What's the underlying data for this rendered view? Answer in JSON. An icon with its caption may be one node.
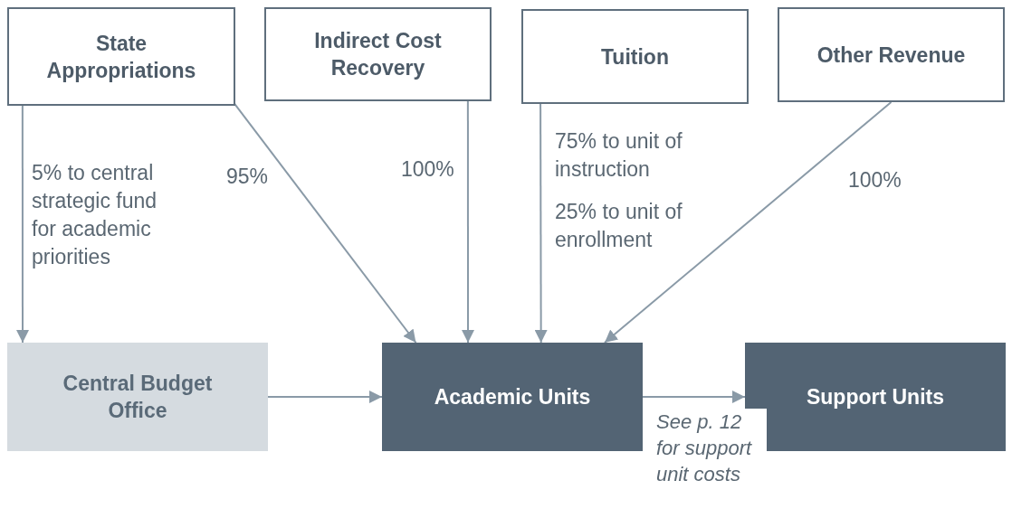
{
  "diagram": {
    "nodes": [
      {
        "text": [
          "State Appropriations"
        ]
      },
      {
        "text": [
          "Indirect Cost Recovery"
        ]
      },
      {
        "text": [
          "Tuition"
        ]
      },
      {
        "text": [
          "Other Revenue"
        ]
      },
      {
        "text": [
          "Central Budget Office"
        ]
      },
      {
        "text": [
          "Academic Units"
        ]
      },
      {
        "text": [
          "Support Units"
        ]
      }
    ],
    "edges": [
      {
        "from": 0,
        "to": 4,
        "arrow": "to",
        "label": "5% to central strategic fund for academic priorities"
      },
      {
        "from": 0,
        "to": 5,
        "arrow": "to",
        "label": "95%"
      },
      {
        "from": 1,
        "to": 5,
        "arrow": "to",
        "label": "100%"
      },
      {
        "from": 2,
        "to": 5,
        "arrow": "to",
        "label": "75% to unit of instruction"
      },
      {
        "from": 3,
        "to": 5,
        "arrow": "to",
        "label": "100%"
      },
      {
        "from": 4,
        "to": 5,
        "arrow": "to"
      },
      {
        "from": 5,
        "to": 6,
        "arrow": "to",
        "label": "See p. 12 for support unit costs"
      }
    ],
    "labels": [
      "25% to unit of enrollment"
    ]
  }
}
